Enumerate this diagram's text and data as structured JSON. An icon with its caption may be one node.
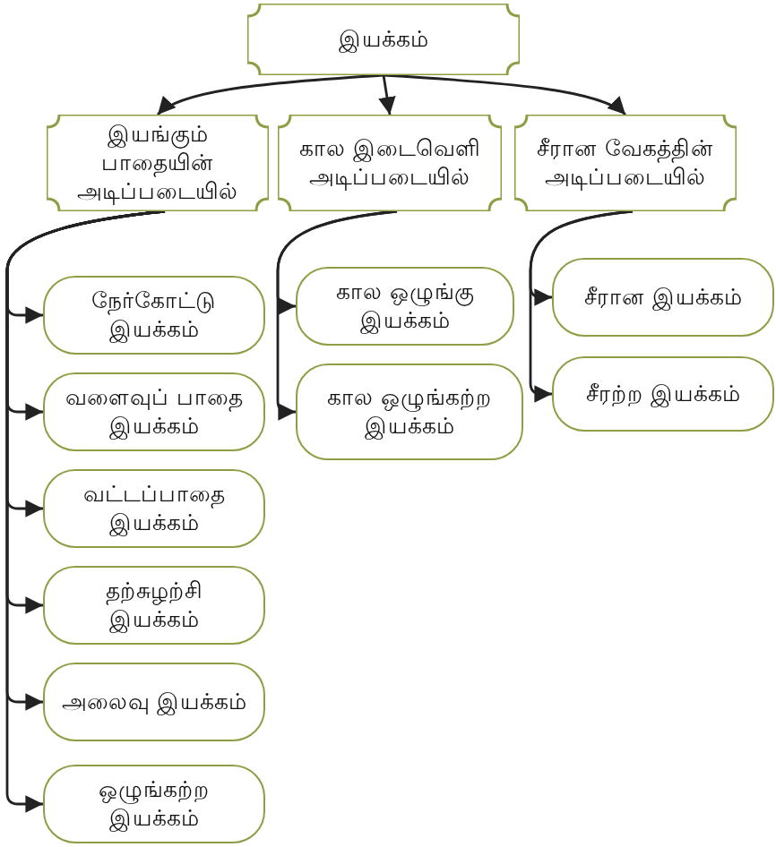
{
  "diagram": {
    "nodes": [
      {
        "text": [
          "இயக்கம்"
        ]
      },
      {
        "text": [
          "இயங்கும் பாதையின் அடிப்படையில்"
        ]
      },
      {
        "text": [
          "கால இடைவெளி அடிப்படையில்"
        ]
      },
      {
        "text": [
          "சீரான வேகத்தின் அடிப்படையில்"
        ]
      },
      {
        "text": [
          "நேர்கோட்டு இயக்கம்"
        ]
      },
      {
        "text": [
          "வளைவுப் பாதை இயக்கம்"
        ]
      },
      {
        "text": [
          "வட்டப்பாதை இயக்கம்"
        ]
      },
      {
        "text": [
          "தற்சுழற்சி இயக்கம்"
        ]
      },
      {
        "text": [
          "அலைவு இயக்கம்"
        ]
      },
      {
        "text": [
          "ஒழுங்கற்ற இயக்கம்"
        ]
      },
      {
        "text": [
          "கால ஒழுங்கு இயக்கம்"
        ]
      },
      {
        "text": [
          "கால ஒழுங்கற்ற இயக்கம்"
        ]
      },
      {
        "text": [
          "சீரான இயக்கம்"
        ]
      },
      {
        "text": [
          "சீரற்ற இயக்கம்"
        ]
      }
    ],
    "edges": [
      {
        "from": 0,
        "to": 1,
        "arrow": "to"
      },
      {
        "from": 0,
        "to": 2,
        "arrow": "to"
      },
      {
        "from": 0,
        "to": 3,
        "arrow": "to"
      },
      {
        "from": 1,
        "to": 4,
        "arrow": "to"
      },
      {
        "from": 1,
        "to": 5,
        "arrow": "to"
      },
      {
        "from": 1,
        "to": 6,
        "arrow": "to"
      },
      {
        "from": 1,
        "to": 7,
        "arrow": "to"
      },
      {
        "from": 1,
        "to": 8,
        "arrow": "to"
      },
      {
        "from": 1,
        "to": 9,
        "arrow": "to"
      },
      {
        "from": 2,
        "to": 10,
        "arrow": "to"
      },
      {
        "from": 2,
        "to": 11,
        "arrow": "to"
      },
      {
        "from": 3,
        "to": 12,
        "arrow": "to"
      },
      {
        "from": 3,
        "to": 13,
        "arrow": "to"
      }
    ]
  }
}
